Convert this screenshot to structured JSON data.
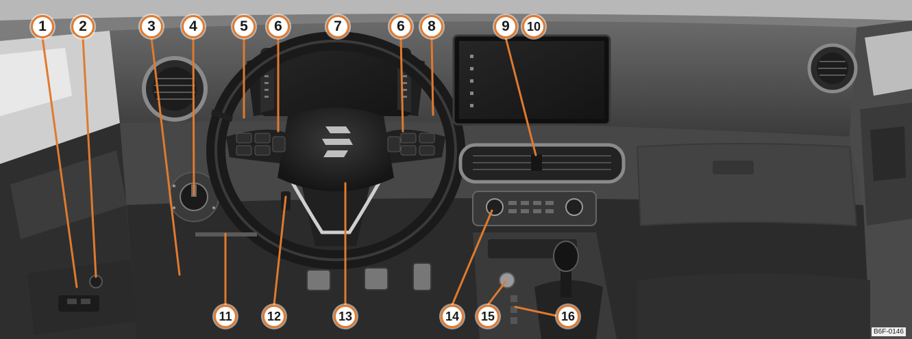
{
  "callouts": [
    {
      "label": "1"
    },
    {
      "label": "2"
    },
    {
      "label": "3"
    },
    {
      "label": "4"
    },
    {
      "label": "5"
    },
    {
      "label": "6"
    },
    {
      "label": "7"
    },
    {
      "label": "6"
    },
    {
      "label": "8"
    },
    {
      "label": "9"
    },
    {
      "label": "10"
    },
    {
      "label": "11"
    },
    {
      "label": "12"
    },
    {
      "label": "13"
    },
    {
      "label": "14"
    },
    {
      "label": "15"
    },
    {
      "label": "16"
    }
  ],
  "brand_logo_text": "S",
  "figure_id": "B6F-0146",
  "colors": {
    "callout_border": "#e07a2e",
    "leader_line": "#e07a2e"
  }
}
